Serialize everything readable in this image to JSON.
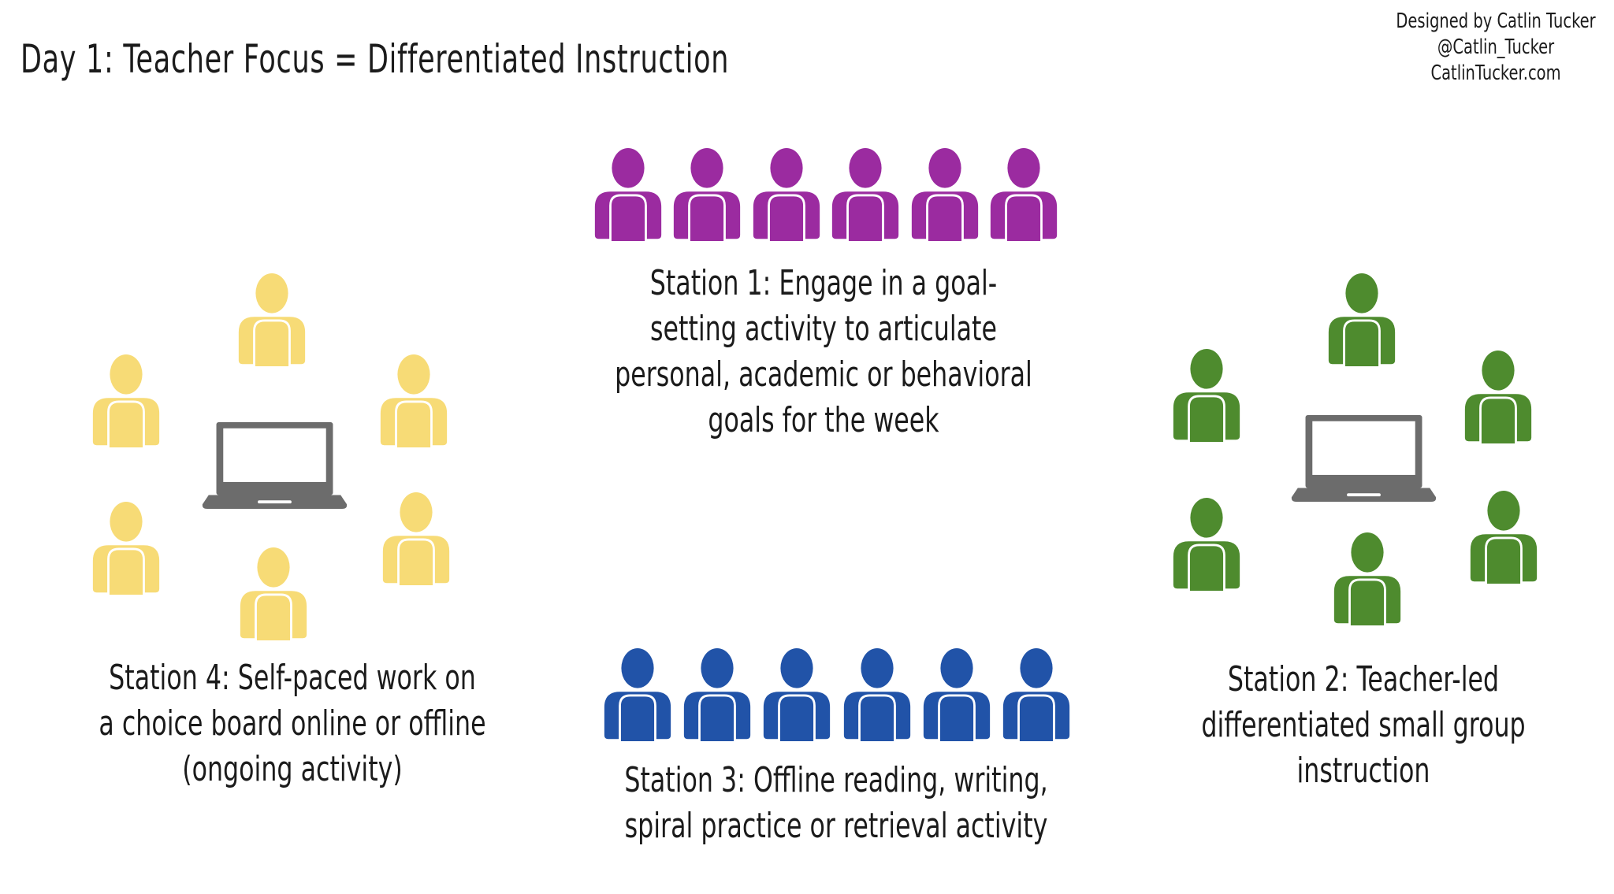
{
  "title": "Day 1: Teacher Focus = Differentiated Instruction",
  "credit": {
    "lines": [
      "Designed by Catlin Tucker",
      "@Catlin_Tucker",
      "CatlinTucker.com"
    ]
  },
  "colors": {
    "purple": "#9B2BA0",
    "yellow": "#F7DB76",
    "blue": "#2153A8",
    "green": "#4E8B2E",
    "laptop_gray": "#6C6C6C",
    "text": "#1B1B1B"
  },
  "stations": {
    "station1": {
      "color": "purple",
      "people_count": 6,
      "arrangement": "row",
      "lines": [
        "Station 1: Engage in a goal-",
        "setting activity to articulate",
        "personal, academic or behavioral",
        "goals for the week"
      ]
    },
    "station2": {
      "color": "green",
      "people_count": 6,
      "arrangement": "circle-around-laptop",
      "lines": [
        "Station 2: Teacher-led",
        "differentiated small group",
        "instruction"
      ]
    },
    "station3": {
      "color": "blue",
      "people_count": 6,
      "arrangement": "row",
      "lines": [
        "Station 3: Offline reading, writing,",
        "spiral practice or retrieval activity"
      ]
    },
    "station4": {
      "color": "yellow",
      "people_count": 6,
      "arrangement": "circle-around-laptop",
      "lines": [
        "Station 4: Self-paced work on",
        "a choice board online or offline",
        "(ongoing activity)"
      ]
    }
  }
}
